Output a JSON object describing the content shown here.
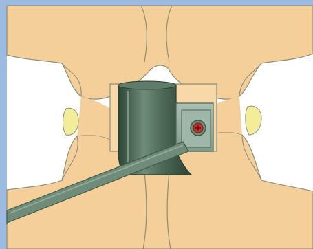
{
  "diagram": {
    "subject": "spinal-procedure-illustration",
    "colors": {
      "bone": "#f5cf9a",
      "bone_outline": "#8a8f7a",
      "background": "#ffffff",
      "frame": "#9dbbe0",
      "disc": "#f3ed9a",
      "instrument_dark": "#3d5a47",
      "instrument_mid": "#6f8c78",
      "instrument_light": "#9fb7a8",
      "marker_red": "#c3372c"
    },
    "icons": [
      "tubular-retractor",
      "inserter-rod",
      "screw-head"
    ]
  }
}
